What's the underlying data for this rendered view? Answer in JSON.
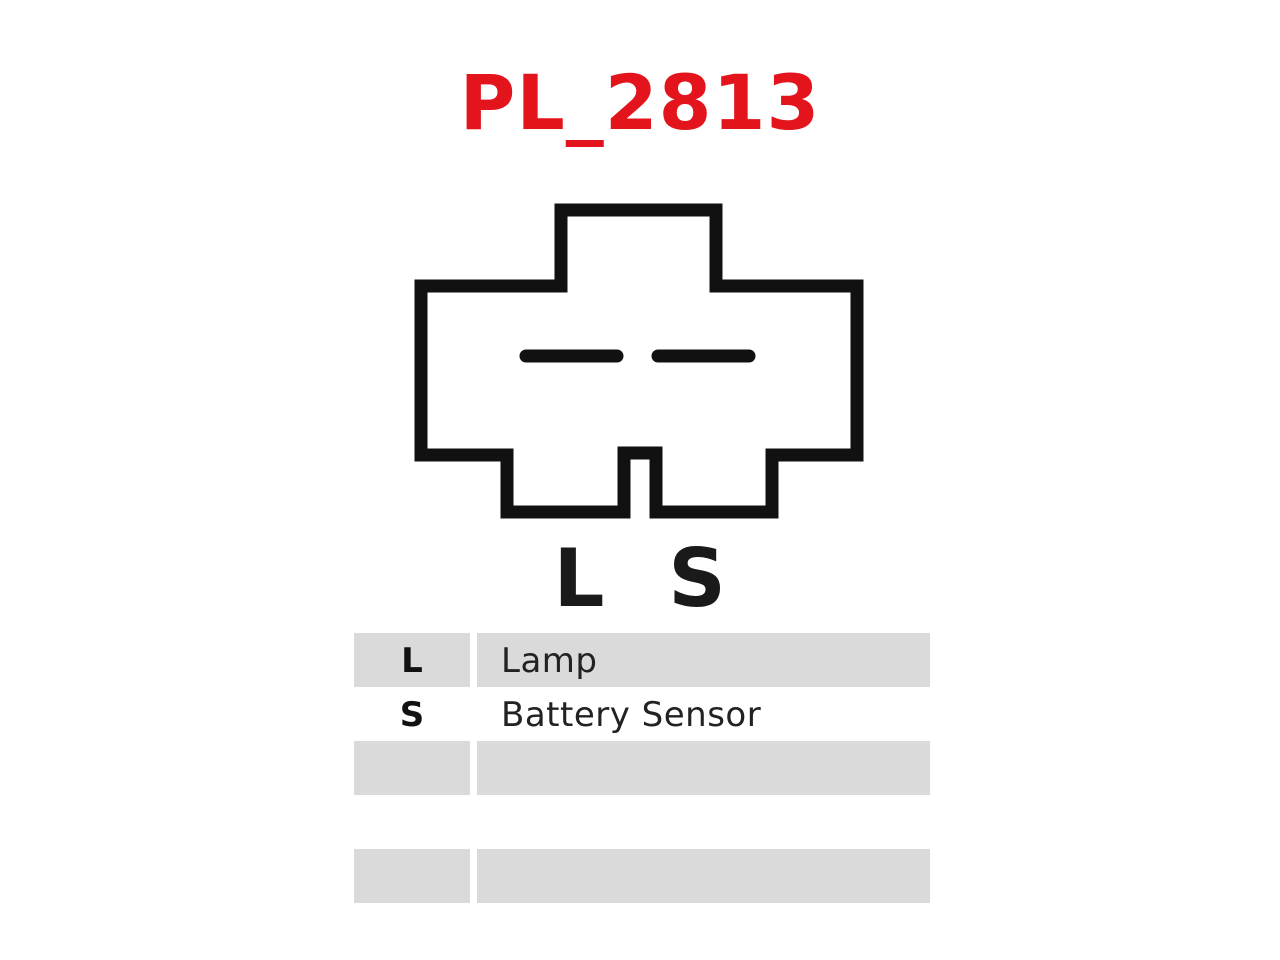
{
  "title": "PL_2813",
  "colors": {
    "title": "#e3141b",
    "outline": "#111111",
    "row_shade": "#dadada"
  },
  "pins": [
    {
      "key": "L"
    },
    {
      "key": "S"
    }
  ],
  "table": {
    "rows": [
      {
        "key": "L",
        "value": "Lamp",
        "shaded": true
      },
      {
        "key": "S",
        "value": "Battery Sensor",
        "shaded": false
      },
      {
        "key": "",
        "value": "",
        "shaded": true
      },
      {
        "key": "",
        "value": "",
        "shaded": false
      },
      {
        "key": "",
        "value": "",
        "shaded": true
      }
    ]
  }
}
